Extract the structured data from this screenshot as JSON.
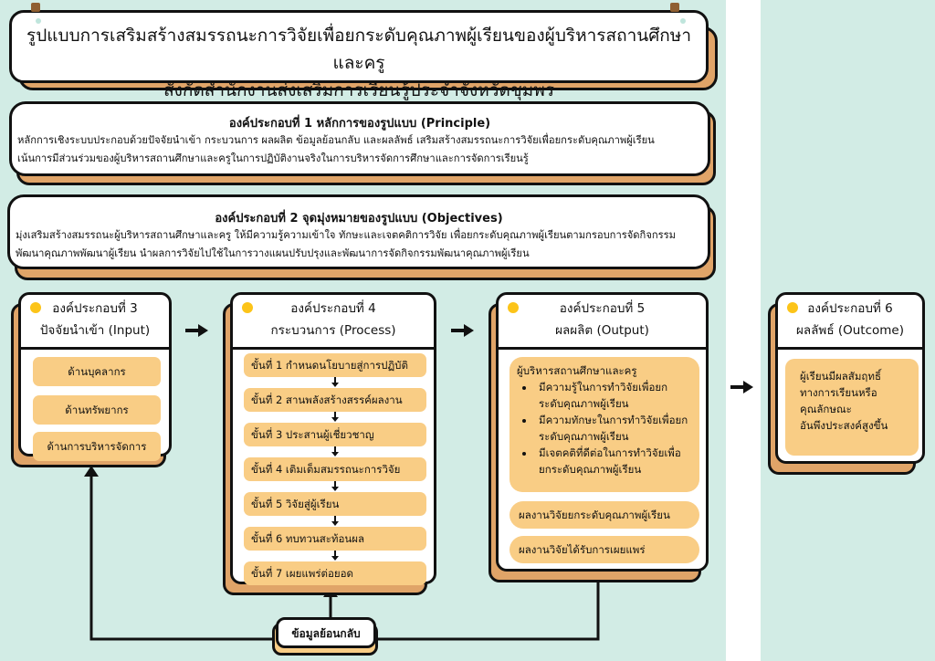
{
  "title": {
    "line1": "รูปแบบการเสริมสร้างสมรรถนะการวิจัยเพื่อยกระดับคุณภาพผู้เรียนของผู้บริหารสถานศึกษาและครู",
    "line2": "สังกัดสำนักงานส่งเสริมการเรียนรู้ประจำจังหวัดชุมพร"
  },
  "component1": {
    "heading": "องค์ประกอบที่ 1 หลักการของรูปแบบ (Principle)",
    "body_line1": "หลักการเชิงระบบประกอบด้วยปัจจัยนำเข้า กระบวนการ ผลผลิต ข้อมูลย้อนกลับ และผลลัพธ์ เสริมสร้างสมรรถนะการวิจัยเพื่อยกระดับคุณภาพผู้เรียน",
    "body_line2": "เน้นการมีส่วนร่วมของผู้บริหารสถานศึกษาและครูในการปฏิบัติงานจริงในการบริหารจัดการศึกษาและการจัดการเรียนรู้"
  },
  "component2": {
    "heading": "องค์ประกอบที่ 2 จุดมุ่งหมายของรูปแบบ (Objectives)",
    "body_line1": "มุ่งเสริมสร้างสมรรถนะผู้บริหารสถานศึกษาและครู ให้มีความรู้ความเข้าใจ ทักษะและเจตคติการวิจัย เพื่อยกระดับคุณภาพผู้เรียนตามกรอบการจัดกิจกรรม",
    "body_line2": "พัฒนาคุณภาพพัฒนาผู้เรียน นำผลการวิจัยไปใช้ในการวางแผนปรับปรุงและพัฒนาการจัดกิจกรรมพัฒนาคุณภาพผู้เรียน"
  },
  "component3": {
    "heading_line1": "องค์ประกอบที่ 3",
    "heading_line2": "ปัจจัยนำเข้า (Input)",
    "items": [
      "ด้านบุคลากร",
      "ด้านทรัพยากร",
      "ด้านการบริหารจัดการ"
    ]
  },
  "component4": {
    "heading_line1": "องค์ประกอบที่ 4",
    "heading_line2": "กระบวนการ (Process)",
    "steps": [
      "ขั้นที่ 1 กำหนดนโยบายสู่การปฏิบัติ",
      "ขั้นที่ 2 สานพลังสร้างสรรค์ผลงาน",
      "ขั้นที่ 3 ประสานผู้เชี่ยวชาญ",
      "ขั้นที่ 4 เติมเต็มสมรรถนะการวิจัย",
      "ขั้นที่ 5 วิจัยสู่ผู้เรียน",
      "ขั้นที่ 6 ทบทวนสะท้อนผล",
      "ขั้นที่ 7 เผยแพร่ต่อยอด"
    ]
  },
  "component5": {
    "heading_line1": "องค์ประกอบที่ 5",
    "heading_line2": "ผลผลิต (Output)",
    "group_title": "ผู้บริหารสถานศึกษาและครู",
    "bullets": [
      "มีความรู้ในการทำวิจัยเพื่อยกระดับคุณภาพผู้เรียน",
      "มีความทักษะในการทำวิจัยเพื่อยกระดับคุณภาพผู้เรียน",
      "มีเจตคติที่ดีต่อในการทำวิจัยเพื่อยกระดับคุณภาพผู้เรียน"
    ],
    "items": [
      "ผลงานวิจัยยกระดับคุณภาพผู้เรียน",
      "ผลงานวิจัยได้รับการเผยแพร่"
    ]
  },
  "component6": {
    "heading_line1": "องค์ประกอบที่ 6",
    "heading_line2": "ผลลัพธ์ (Outcome)",
    "body_lines": [
      "ผู้เรียนมีผลสัมฤทธิ์",
      "ทางการเรียนหรือ",
      "คุณลักษณะ",
      "อันพึงประสงค์สูงขึ้น"
    ]
  },
  "feedback": {
    "label": "ข้อมูลย้อนกลับ"
  },
  "colors": {
    "background": "#d2ece5",
    "card_shadow": "#e0a468",
    "item_fill": "#f9cd85",
    "dot": "#fcc419",
    "pin": "#8f5f32",
    "outline": "#111111"
  }
}
